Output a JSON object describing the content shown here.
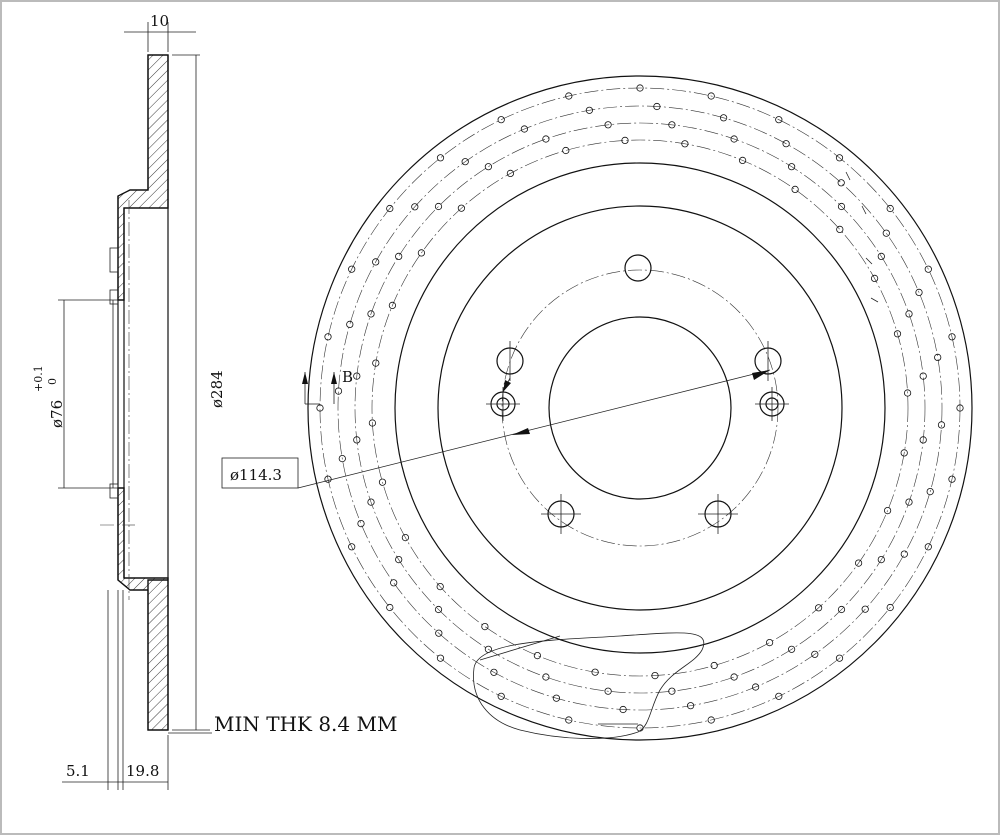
{
  "dimensions": {
    "flange_thickness": "10",
    "outer_diameter": "ø284",
    "bore_diameter": "ø76",
    "bore_tol_upper": "+0.1",
    "bore_tol_lower": "0",
    "hat_offset": "5.1",
    "hat_depth": "19.8",
    "pcd": "ø114.3",
    "section_ref": "B"
  },
  "notes": {
    "min_thickness": "MIN THK 8.4 MM"
  },
  "colors": {
    "line": "#111111",
    "background": "#ffffff",
    "hatch": "#222222"
  }
}
